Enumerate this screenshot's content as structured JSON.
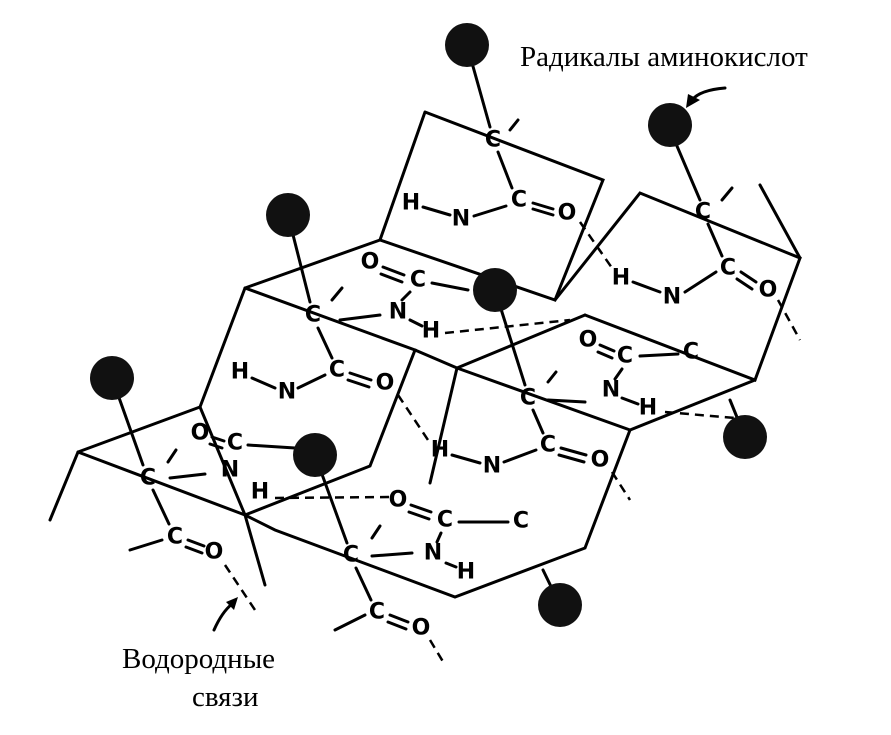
{
  "labels": {
    "amino_acid_radicals": "Радикалы аминокислот",
    "hydrogen_bonds_line1": "Водородные",
    "hydrogen_bonds_line2": "связи"
  },
  "atom_symbols": {
    "H": "H",
    "N": "N",
    "C": "C",
    "O": "O"
  },
  "colors": {
    "ink": "#000000",
    "radical": "#111111",
    "background": "#ffffff"
  }
}
